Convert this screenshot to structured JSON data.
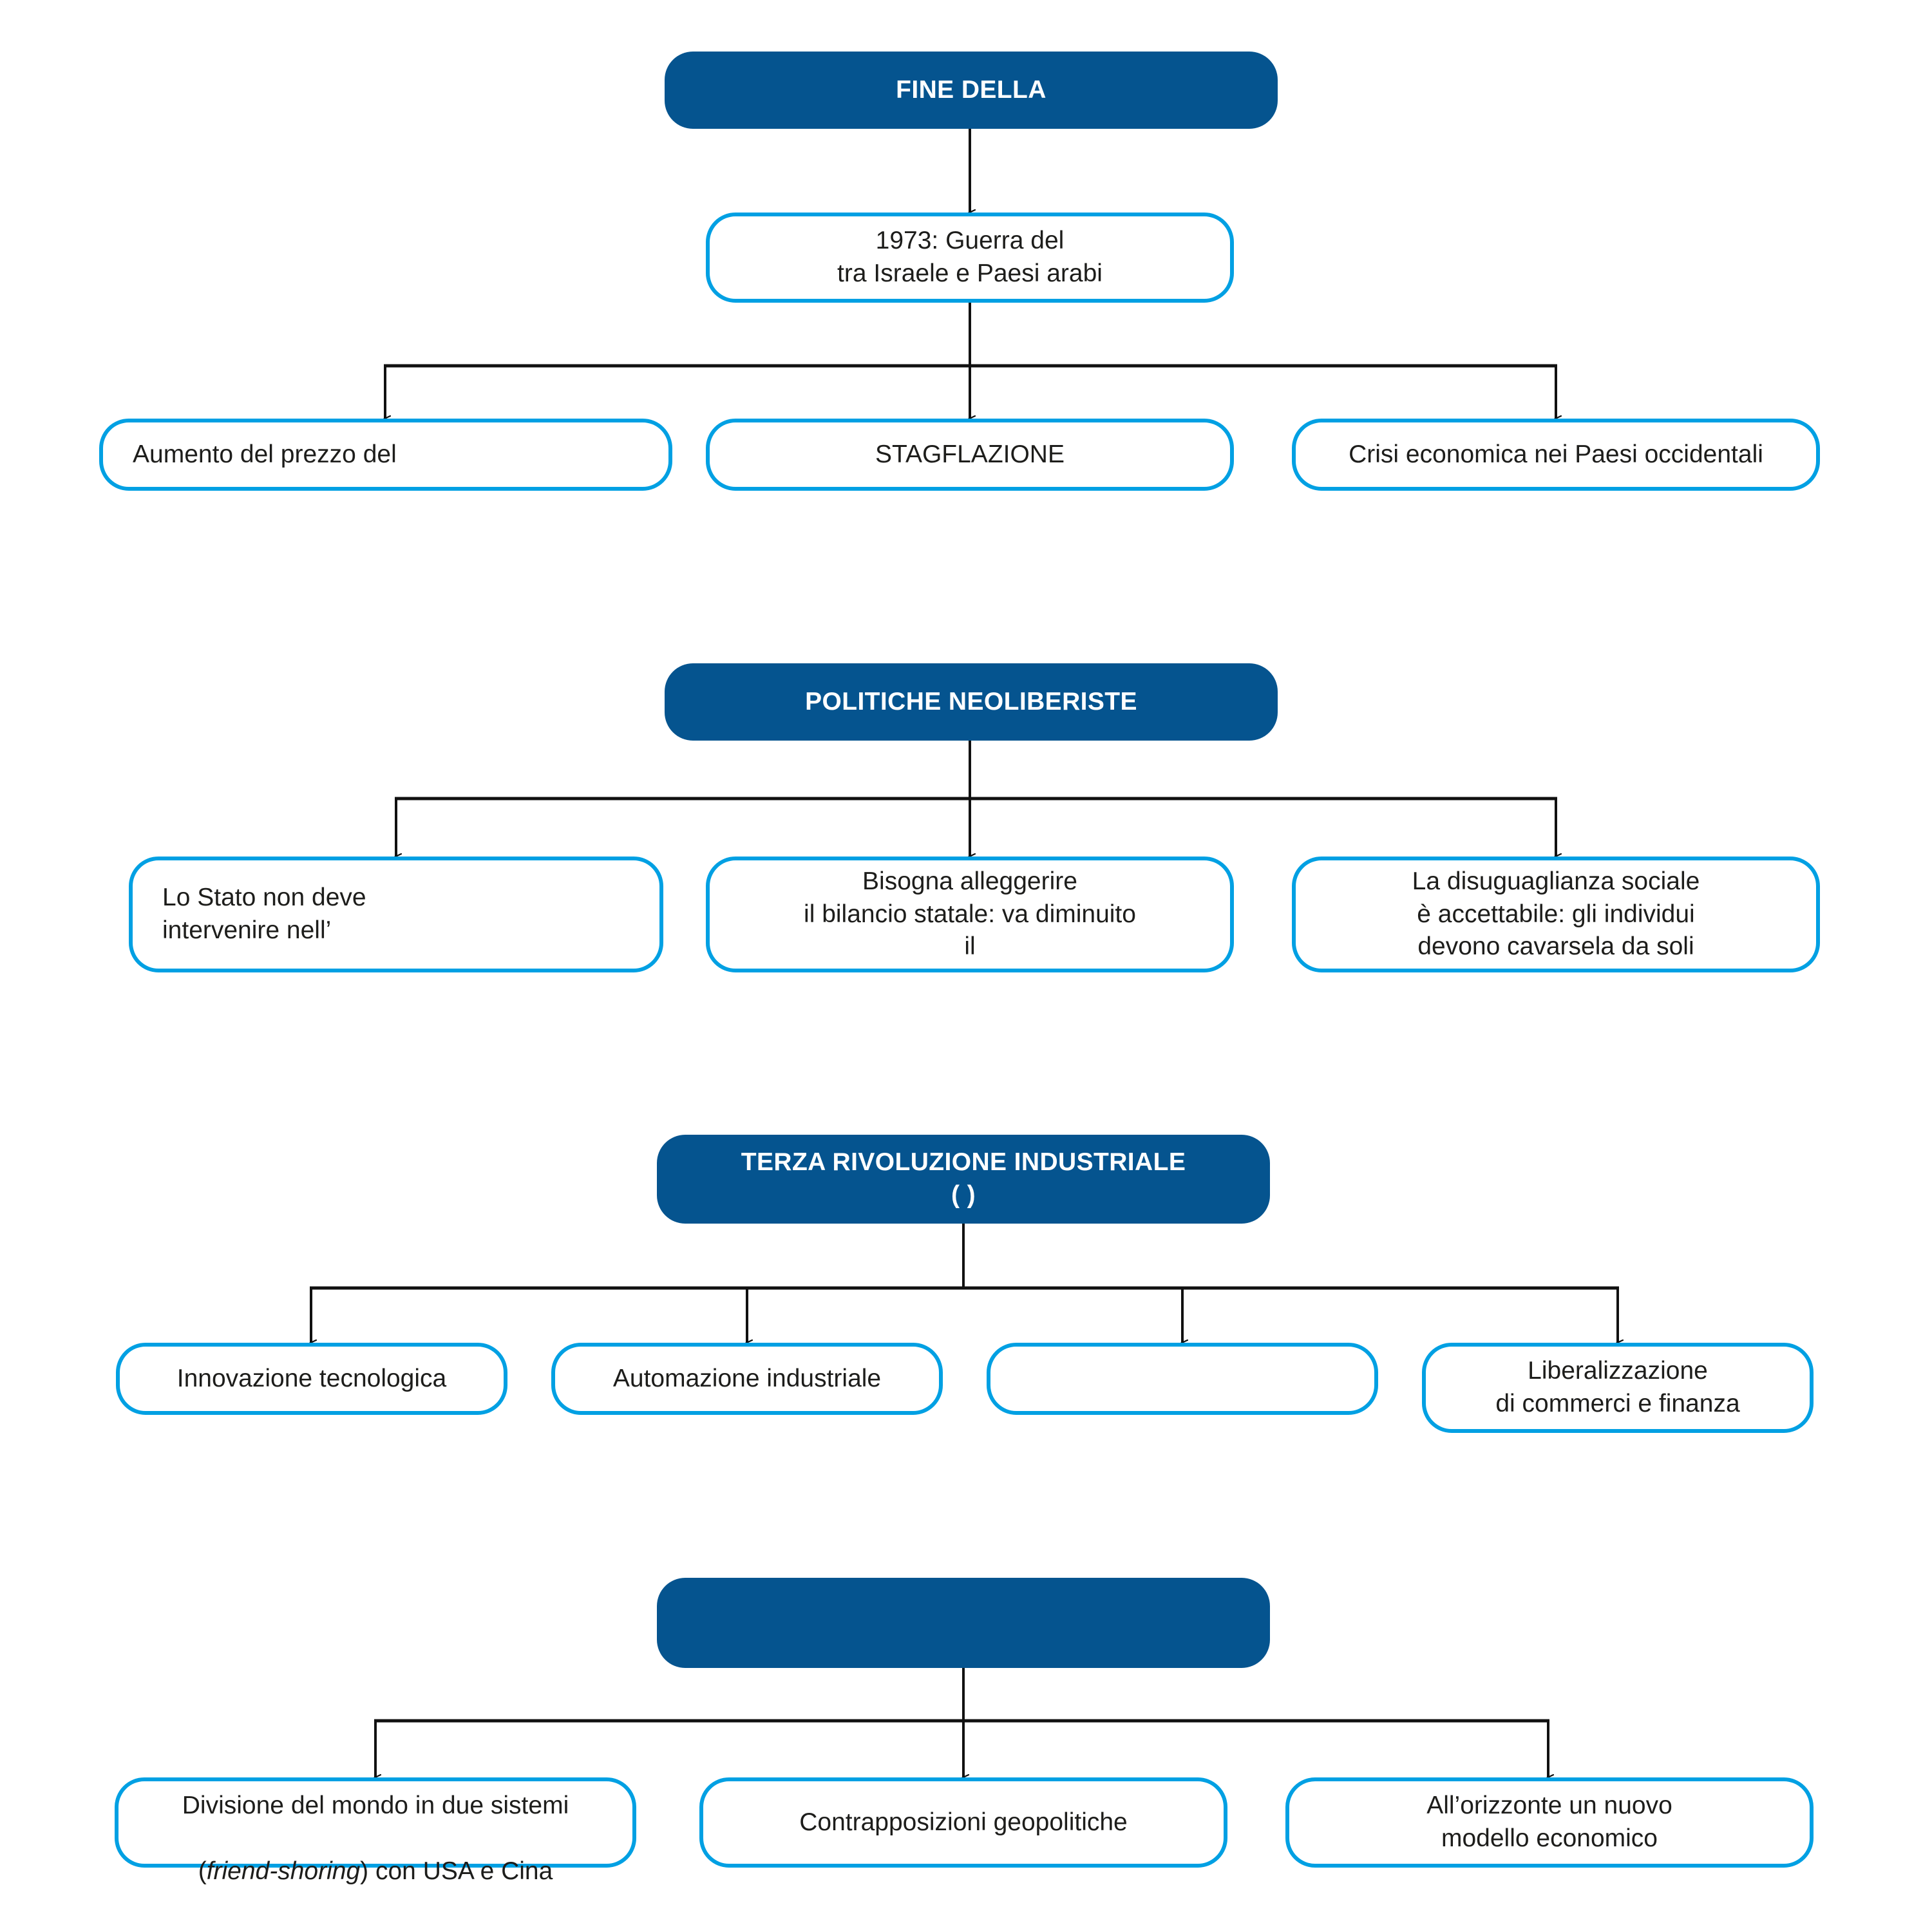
{
  "meta": {
    "title_text": "Schema riassuntivo: dalla crisi del 1973 al nuovo modello economico",
    "language": "it"
  },
  "colors": {
    "header_fill": "#05548f",
    "header_text": "#ffffff",
    "leaf_border": "#00a0e3",
    "leaf_fill": "#ffffff",
    "leaf_text": "#1d1d1b",
    "connector": "#111111",
    "page_background": "#ffffff"
  },
  "sections": [
    {
      "id": "section-1",
      "header": {
        "label": "FINE DELLA",
        "blank": true
      },
      "intermediate": {
        "label": "1973: Guerra del\ntra Israele e Paesi arabi",
        "blank": true
      },
      "children": [
        {
          "label": "Aumento del prezzo del",
          "align": "left",
          "blank": true
        },
        {
          "label": "STAGFLAZIONE",
          "align": "center",
          "blank": false
        },
        {
          "label": "Crisi economica nei Paesi occidentali",
          "align": "center",
          "blank": false
        }
      ]
    },
    {
      "id": "section-2",
      "header": {
        "label": "POLITICHE NEOLIBERISTE",
        "blank": false
      },
      "intermediate": null,
      "children": [
        {
          "label": "Lo Stato non deve\nintervenire nell’",
          "align": "left",
          "blank": true
        },
        {
          "label": "Bisogna alleggerire\nil bilancio statale: va diminuito\nil",
          "align": "center",
          "blank": true
        },
        {
          "label": "La disuguaglianza sociale\nè accettabile: gli individui\ndevono cavarsela da soli",
          "align": "center",
          "blank": false
        }
      ]
    },
    {
      "id": "section-3",
      "header": {
        "label": "TERZA RIVOLUZIONE INDUSTRIALE\n(                        )",
        "blank": true
      },
      "intermediate": null,
      "children": [
        {
          "label": "Innovazione tecnologica",
          "align": "center",
          "blank": false
        },
        {
          "label": "Automazione industriale",
          "align": "center",
          "blank": false
        },
        {
          "label": "",
          "align": "center",
          "blank": true
        },
        {
          "label": "Liberalizzazione\ndi commerci e finanza",
          "align": "center",
          "blank": false
        }
      ]
    },
    {
      "id": "section-4",
      "header": {
        "label": "",
        "blank": true
      },
      "intermediate": null,
      "children": [
        {
          "label": "Divisione del mondo in due sistemi",
          "label_line2_pre": "(",
          "label_line2_italic": "friend-shoring",
          "label_line2_post": ") con USA e Cina",
          "align": "center",
          "blank": false
        },
        {
          "label": "Contrapposizioni geopolitiche",
          "align": "center",
          "blank": false
        },
        {
          "label": "All’orizzonte un nuovo\nmodello economico",
          "align": "center",
          "blank": false
        }
      ]
    }
  ]
}
